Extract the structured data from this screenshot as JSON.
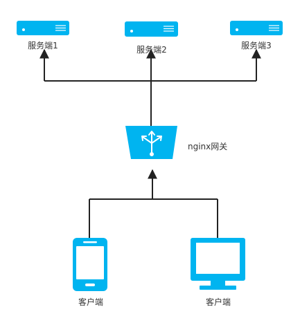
{
  "colors": {
    "icon": "#00b4f0",
    "connector": "#222222",
    "text": "#333333",
    "icon_detail": "#ffffff"
  },
  "servers": [
    {
      "label": "服务端1",
      "icon": "server-icon"
    },
    {
      "label": "服务端2",
      "icon": "server-icon"
    },
    {
      "label": "服务端3",
      "icon": "server-icon"
    }
  ],
  "gateway": {
    "label": "nginx网关",
    "icon": "gateway-router-icon"
  },
  "clients": [
    {
      "label": "客户端",
      "icon": "mobile-phone-icon"
    },
    {
      "label": "客户端",
      "icon": "desktop-monitor-icon"
    }
  ],
  "connections": [
    {
      "from": "客户端",
      "to": "nginx网关"
    },
    {
      "from": "nginx网关",
      "to": "服务端1"
    },
    {
      "from": "nginx网关",
      "to": "服务端2"
    },
    {
      "from": "nginx网关",
      "to": "服务端3"
    }
  ]
}
